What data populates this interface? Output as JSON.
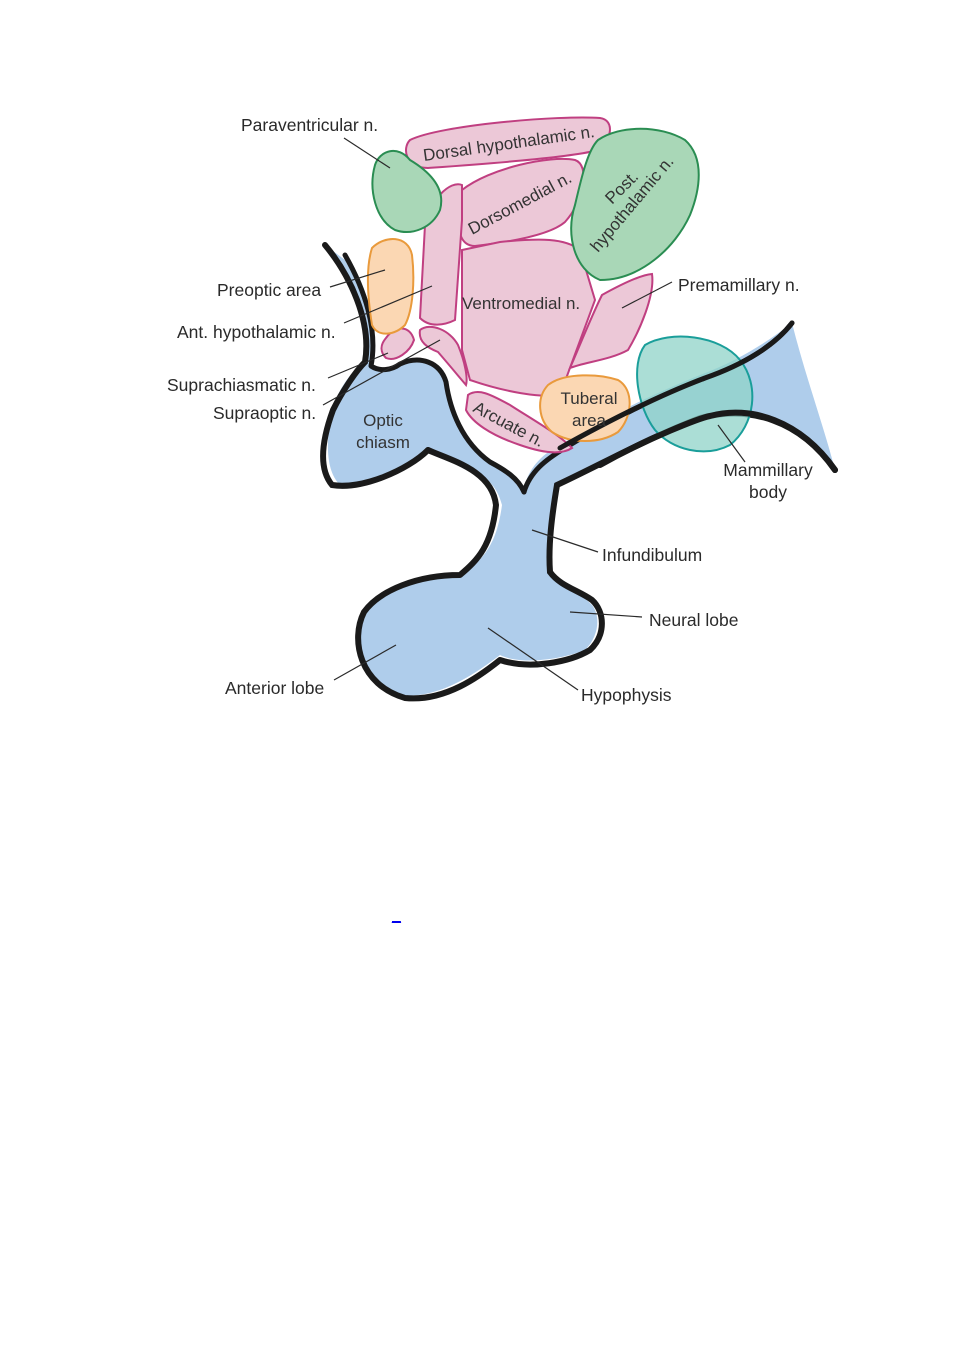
{
  "colors": {
    "pituitary_fill": "#afcdeb",
    "outline": "#1a1a1a",
    "nucleus_fill": "#ecc8d7",
    "nucleus_stroke": "#c03f81",
    "green_fill": "#a9d7b7",
    "green_stroke": "#2a8d52",
    "orange_fill": "#fbd7b3",
    "orange_stroke": "#e99a3c",
    "mammillary_fill": "#8fd3c8",
    "mammillary_stroke": "#1a9e9a"
  },
  "labels": {
    "paraventricular": "Paraventricular n.",
    "preoptic": "Preoptic area",
    "ant_hypothalamic": "Ant. hypothalamic n.",
    "suprachiasmatic": "Suprachiasmatic n.",
    "supraoptic": "Supraoptic n.",
    "premamillary": "Premamillary n.",
    "mammillary_line1": "Mammillary",
    "mammillary_line2": "body",
    "infundibulum": "Infundibulum",
    "neural_lobe": "Neural lobe",
    "anterior_lobe": "Anterior lobe",
    "hypophysis": "Hypophysis"
  },
  "regions": {
    "dorsal_hypothalamic": "Dorsal hypothalamic n.",
    "dorsomedial": "Dorsomedial n.",
    "post_hypothalamic_line1": "Post.",
    "post_hypothalamic_line2": "hypothalamic n.",
    "ventromedial": "Ventromedial n.",
    "arcuate": "Arcuate n.",
    "tuberal_line1": "Tuberal",
    "tuberal_line2": "area",
    "optic_line1": "Optic",
    "optic_line2": "chiasm"
  },
  "footer_link": "_"
}
